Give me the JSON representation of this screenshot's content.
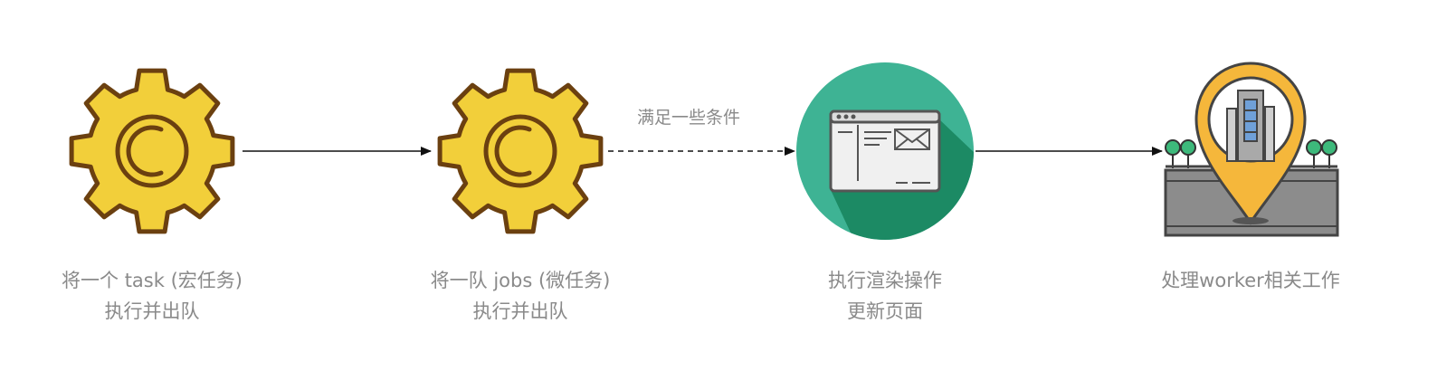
{
  "colors": {
    "gear_fill": "#f2cf3a",
    "gear_stroke": "#6b4010",
    "circle_teal": "#3eb394",
    "circle_shadow": "#1c8a64",
    "pin_orange": "#f5b73b",
    "road_gray": "#8c8c8c",
    "tree_green": "#3db97b",
    "label_gray": "#8a8a8a"
  },
  "nodes": [
    {
      "icon": "gear-icon",
      "lines": [
        "将一个 task (宏任务)",
        "执行并出队"
      ]
    },
    {
      "icon": "gear-icon",
      "lines": [
        "将一队 jobs (微任务)",
        "执行并出队"
      ]
    },
    {
      "icon": "browser-window-icon",
      "lines": [
        "执行渲染操作",
        "更新页面"
      ]
    },
    {
      "icon": "map-pin-icon",
      "lines": [
        "处理worker相关工作"
      ]
    }
  ],
  "edges": [
    {
      "from": 0,
      "to": 1,
      "style": "solid",
      "label": ""
    },
    {
      "from": 1,
      "to": 2,
      "style": "dashed",
      "label": "满足一些条件"
    },
    {
      "from": 2,
      "to": 3,
      "style": "solid",
      "label": ""
    }
  ]
}
